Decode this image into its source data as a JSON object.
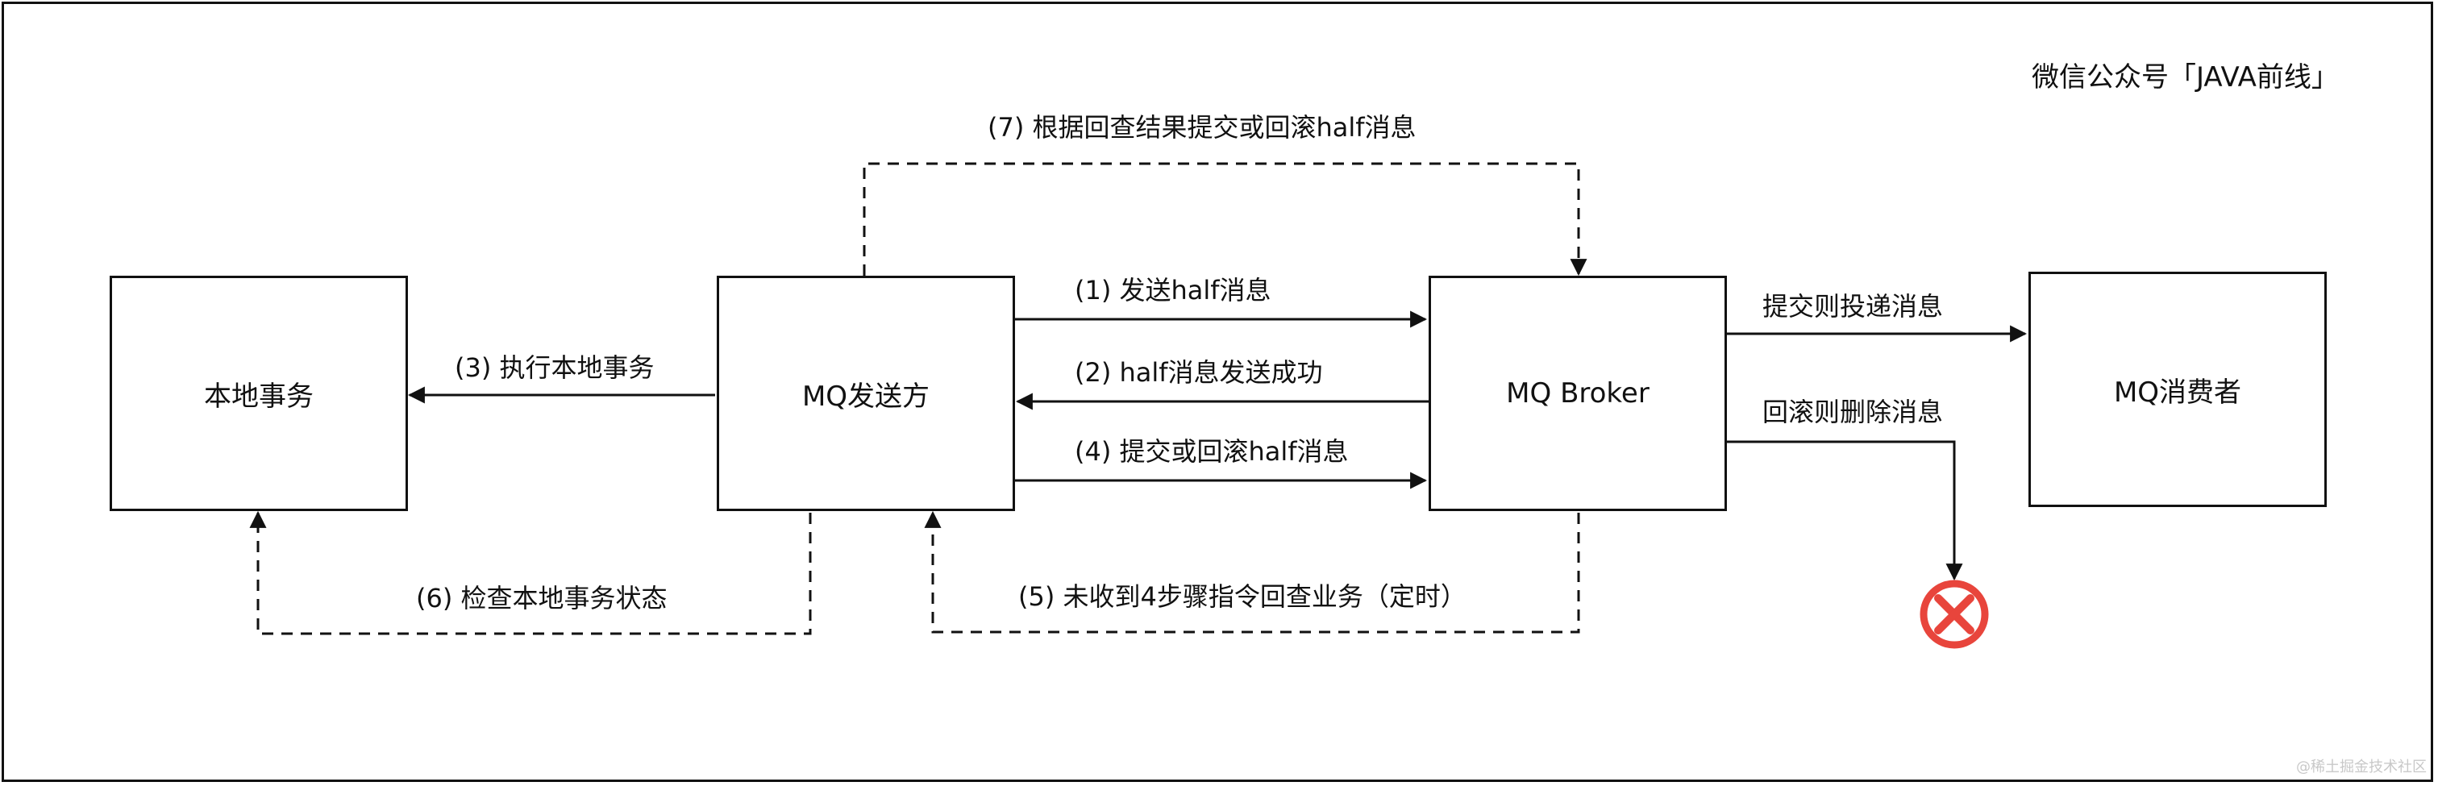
{
  "watermark": "微信公众号「JAVA前线」",
  "credit": "@稀土掘金技术社区",
  "nodes": {
    "local_tx": "本地事务",
    "producer": "MQ发送方",
    "broker": "MQ Broker",
    "consumer": "MQ消费者"
  },
  "edges": {
    "step1": "(1) 发送half消息",
    "step2": "(2) half消息发送成功",
    "step3": "(3) 执行本地事务",
    "step4": "(4) 提交或回滚half消息",
    "step5": "(5) 未收到4步骤指令回查业务（定时）",
    "step6": "(6) 检查本地事务状态",
    "step7": "(7) 根据回查结果提交或回滚half消息",
    "commit_deliver": "提交则投递消息",
    "rollback_delete": "回滚则删除消息"
  },
  "colors": {
    "line": "#111111",
    "delete_icon": "#e8453c"
  }
}
